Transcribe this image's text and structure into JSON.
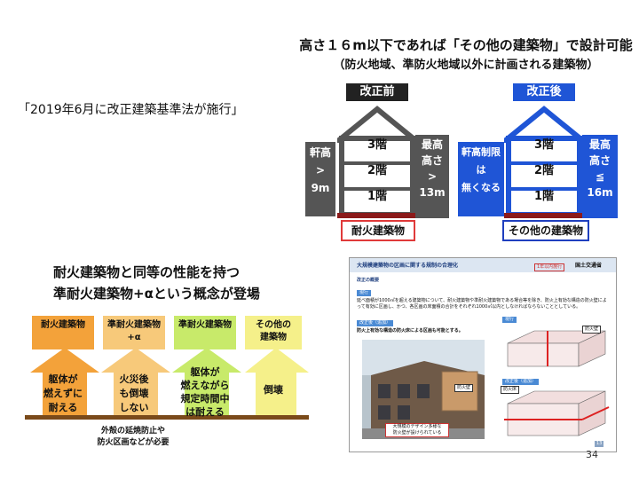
{
  "header": {
    "title_line1": "高さ１６m以下であれば「その他の建築物」で設計可能",
    "title_line2": "（防火地域、準防火地域以外に計画される建築物）"
  },
  "main_quote": "「2019年6月に改正建築基準法が施行」",
  "before": {
    "tag": "改正前",
    "floors": [
      "3階",
      "2階",
      "1階"
    ],
    "left_box": [
      "軒高",
      ">",
      "9m"
    ],
    "right_box": [
      "最高",
      "高さ",
      ">",
      "13m"
    ],
    "bottom_label": "耐火建築物",
    "color": "#555555",
    "bottom_border": "#e03a3a"
  },
  "after": {
    "tag": "改正後",
    "floors": [
      "3階",
      "2階",
      "1階"
    ],
    "left_box": [
      "軒高制限",
      "は",
      "無くなる"
    ],
    "right_box": [
      "最高",
      "高さ",
      "≦",
      "16m"
    ],
    "bottom_label": "その他の建築物",
    "color": "#1f55d6",
    "bottom_border": "#1f3fbf"
  },
  "lower_left": {
    "title_line1": "耐火建築物と同等の性能を持つ",
    "title_line2": "準耐火建築物+αという概念が登場",
    "categories": [
      {
        "label": [
          "耐火建築物"
        ],
        "color": "#f3a23a"
      },
      {
        "label": [
          "準耐火建築物",
          "+α"
        ],
        "color": "#f7c97a"
      },
      {
        "label": [
          "準耐火建築物"
        ],
        "color": "#c8ea6a"
      },
      {
        "label": [
          "その他の",
          "建築物"
        ],
        "color": "#f5f08a"
      }
    ],
    "arrows": [
      {
        "text": [
          "躯体が",
          "燃えずに",
          "耐える"
        ],
        "color": "#f3a23a"
      },
      {
        "text": [
          "火災後",
          "も倒壊",
          "しない"
        ],
        "color": "#f7c97a"
      },
      {
        "text": [
          "躯体が",
          "燃えながら",
          "規定時間中",
          "は耐える"
        ],
        "color": "#c8ea6a"
      },
      {
        "text": [
          "倒壊"
        ],
        "color": "#f5f08a"
      }
    ],
    "note": [
      "外殻の延焼防止や",
      "防火区画などが必要"
    ]
  },
  "slide": {
    "title": "大規模建築物の区画に関する規制の合理化",
    "badge": "1年以内施行",
    "org": "国土交通省",
    "section": "改正の概要",
    "current_tag": "現行",
    "current_text": "延べ面積が1000㎡を超える建築物について、耐火建築物や準耐火建築物である場合等を除き、防火上有効な構造の防火壁によって有効に区画し、かつ、各区画の床面積の合計をそれぞれ1000㎡以内としなければならないこととしている。",
    "revised_tag": "改正後（追加）",
    "revised_text": "防火上有効な構造の防火床による区画も可能とする。",
    "diagram_current": "現行",
    "diagram_revised": "改正後（追加）",
    "firewall": "防火壁",
    "firefloor": "防火床",
    "photo_caption": [
      "大規模のデザイン多様な",
      "防火壁が設けられている"
    ],
    "photo_tag": "防火壁",
    "page": "13"
  },
  "page_number": "34"
}
